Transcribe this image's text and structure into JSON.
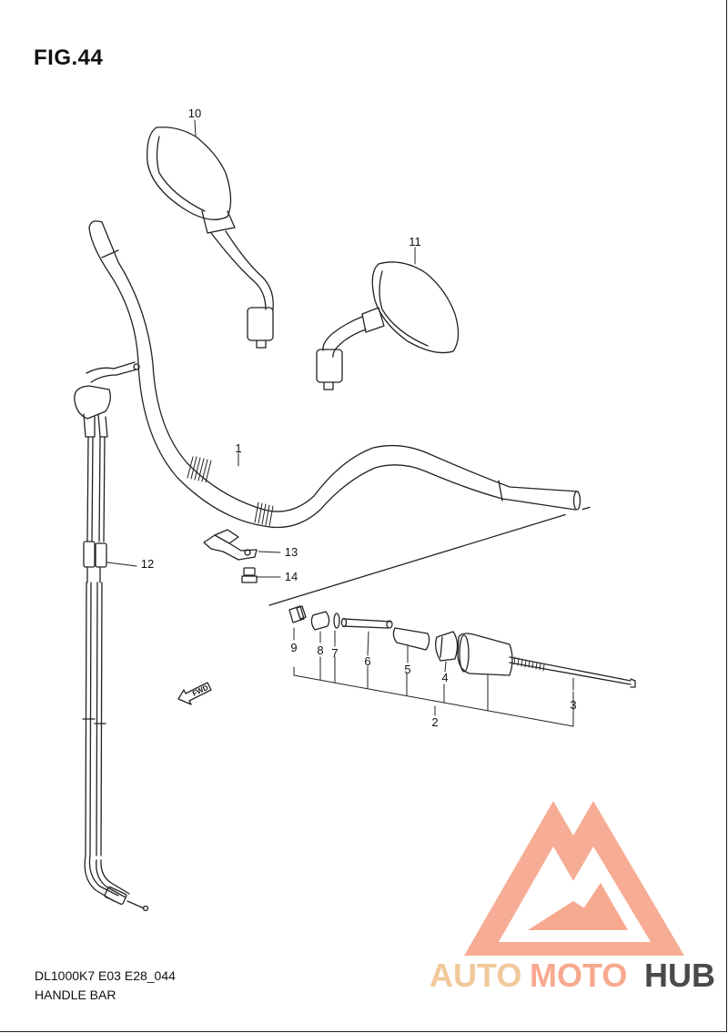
{
  "figure": {
    "title": "FIG.44",
    "model_code": "DL1000K7 E03 E28_044",
    "caption": "HANDLE BAR",
    "fwd_label": "FWD"
  },
  "callouts": [
    "1",
    "2",
    "3",
    "4",
    "5",
    "6",
    "7",
    "8",
    "9",
    "10",
    "11",
    "12",
    "13",
    "14"
  ],
  "watermark": {
    "part1": "AUTO",
    "part2": "MOTO",
    "part3": "HUB",
    "color_primary": "#f7a98f",
    "color_secondary": "#f0c89a",
    "color_dark": "#4a4a4a"
  }
}
